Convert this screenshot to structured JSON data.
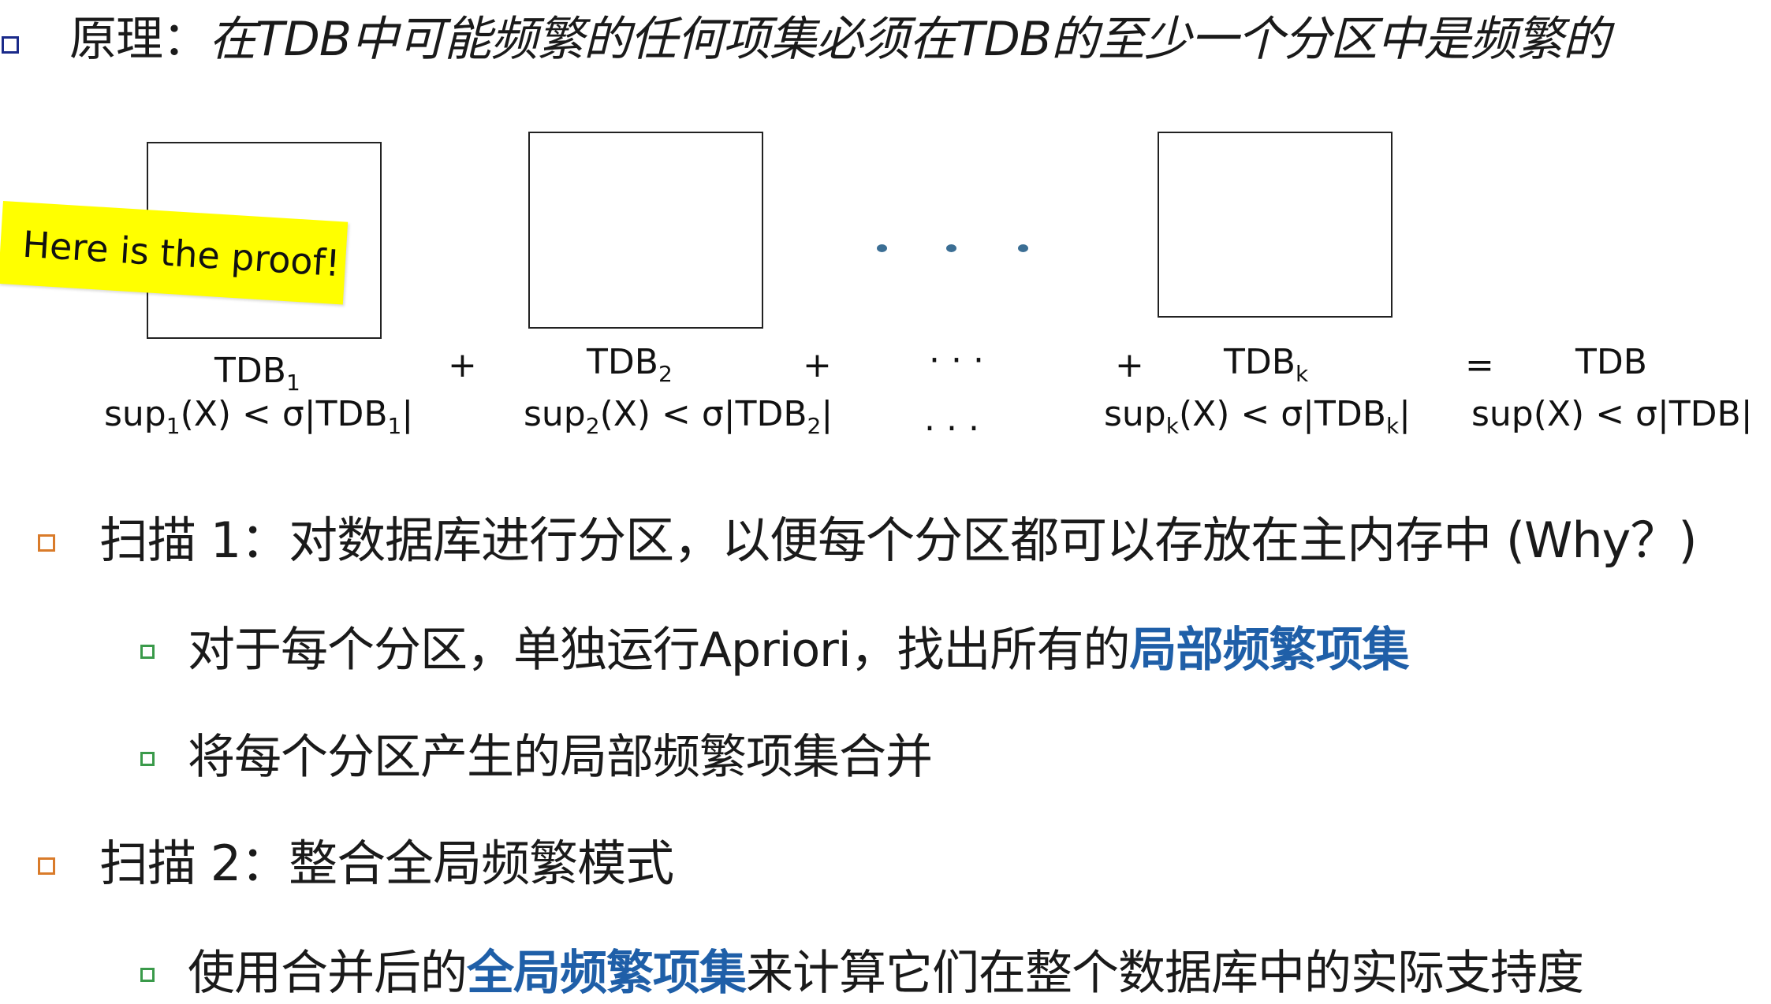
{
  "principle": {
    "label": "原理：",
    "statement": "在TDB中可能频繁的任何项集必须在TDB的至少一个分区中是频繁的"
  },
  "sticky_note": "Here is the proof!",
  "partitions": {
    "p1": {
      "name": "TDB",
      "sub": "1",
      "sup_prefix": "sup",
      "sup_mid": "(X) < σ|TDB",
      "sup_suffix": "|"
    },
    "p2": {
      "name": "TDB",
      "sub": "2",
      "sup_prefix": "sup",
      "sup_mid": "(X) < σ|TDB",
      "sup_suffix": "|"
    },
    "pk": {
      "name": "TDB",
      "sub": "k",
      "sup_prefix": "sup",
      "sup_mid": "(X) < σ|TDB",
      "sup_suffix": "|"
    },
    "total": {
      "name": "TDB",
      "sup": "sup(X) < σ|TDB|"
    },
    "dots_label": "· · ·",
    "dots_sup": ". . .",
    "plus": "+",
    "equals": "="
  },
  "bullets": {
    "scan1": "扫描 1：对数据库进行分区，以便每个分区都可以存放在主内存中 (Why？)",
    "scan1_sub1_pre": "对于每个分区，单独运行Apriori，找出所有的",
    "scan1_sub1_hl": "局部频繁项集",
    "scan1_sub2": "将每个分区产生的局部频繁项集合并",
    "scan2": "扫描 2：整合全局频繁模式",
    "scan2_sub1_pre": "使用合并后的",
    "scan2_sub1_hl": "全局频繁项集",
    "scan2_sub1_post": "来计算它们在整个数据库中的实际支持度"
  },
  "colors": {
    "accent_blue": "#1f5fa8",
    "bullet_orange": "#d97b2a",
    "bullet_green": "#3a9a4a",
    "bullet_navy": "#1a2a8a",
    "sticky_yellow": "#ffff00"
  }
}
